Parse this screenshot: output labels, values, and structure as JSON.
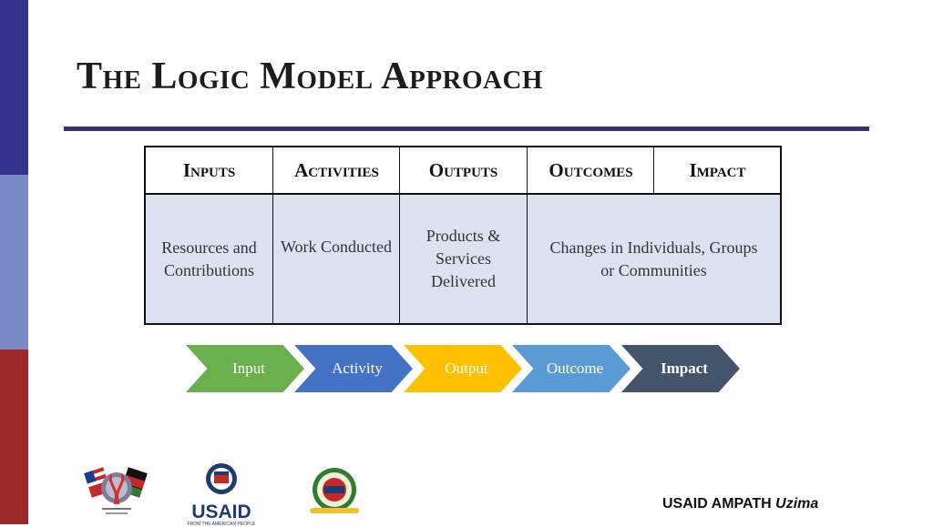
{
  "slide": {
    "title": "The Logic Model Approach"
  },
  "table": {
    "headers": [
      "Inputs",
      "Activities",
      "Outputs",
      "Outcomes",
      "Impact"
    ],
    "cells": [
      "Resources and Contributions",
      "Work Conducted",
      "Products & Services Delivered",
      "Changes in Individuals, Groups or Communities"
    ]
  },
  "flow": {
    "steps": [
      {
        "label": "Input",
        "color": "#6ab04c",
        "text_color": "#ffffff"
      },
      {
        "label": "Activity",
        "color": "#4472c4",
        "text_color": "#ffffff"
      },
      {
        "label": "Output",
        "color": "#ffc000",
        "text_color": "#ffffff"
      },
      {
        "label": "Outcome",
        "color": "#5b9bd5",
        "text_color": "#ffffff"
      },
      {
        "label": "Impact",
        "color": "#44546a",
        "text_color": "#ffffff"
      }
    ]
  },
  "footer": {
    "usaid_logo_text": "USAID",
    "usaid_tagline": "FROM THE AMERICAN PEOPLE",
    "brand": "USAID AMPATH",
    "brand_suffix": "Uzima"
  },
  "colors": {
    "stripe_top": "#34348e",
    "stripe_mid": "#7b8bc7",
    "stripe_bottom": "#9c2a2a",
    "title_rule": "#33337a",
    "table_body": "#dbe3f1"
  }
}
